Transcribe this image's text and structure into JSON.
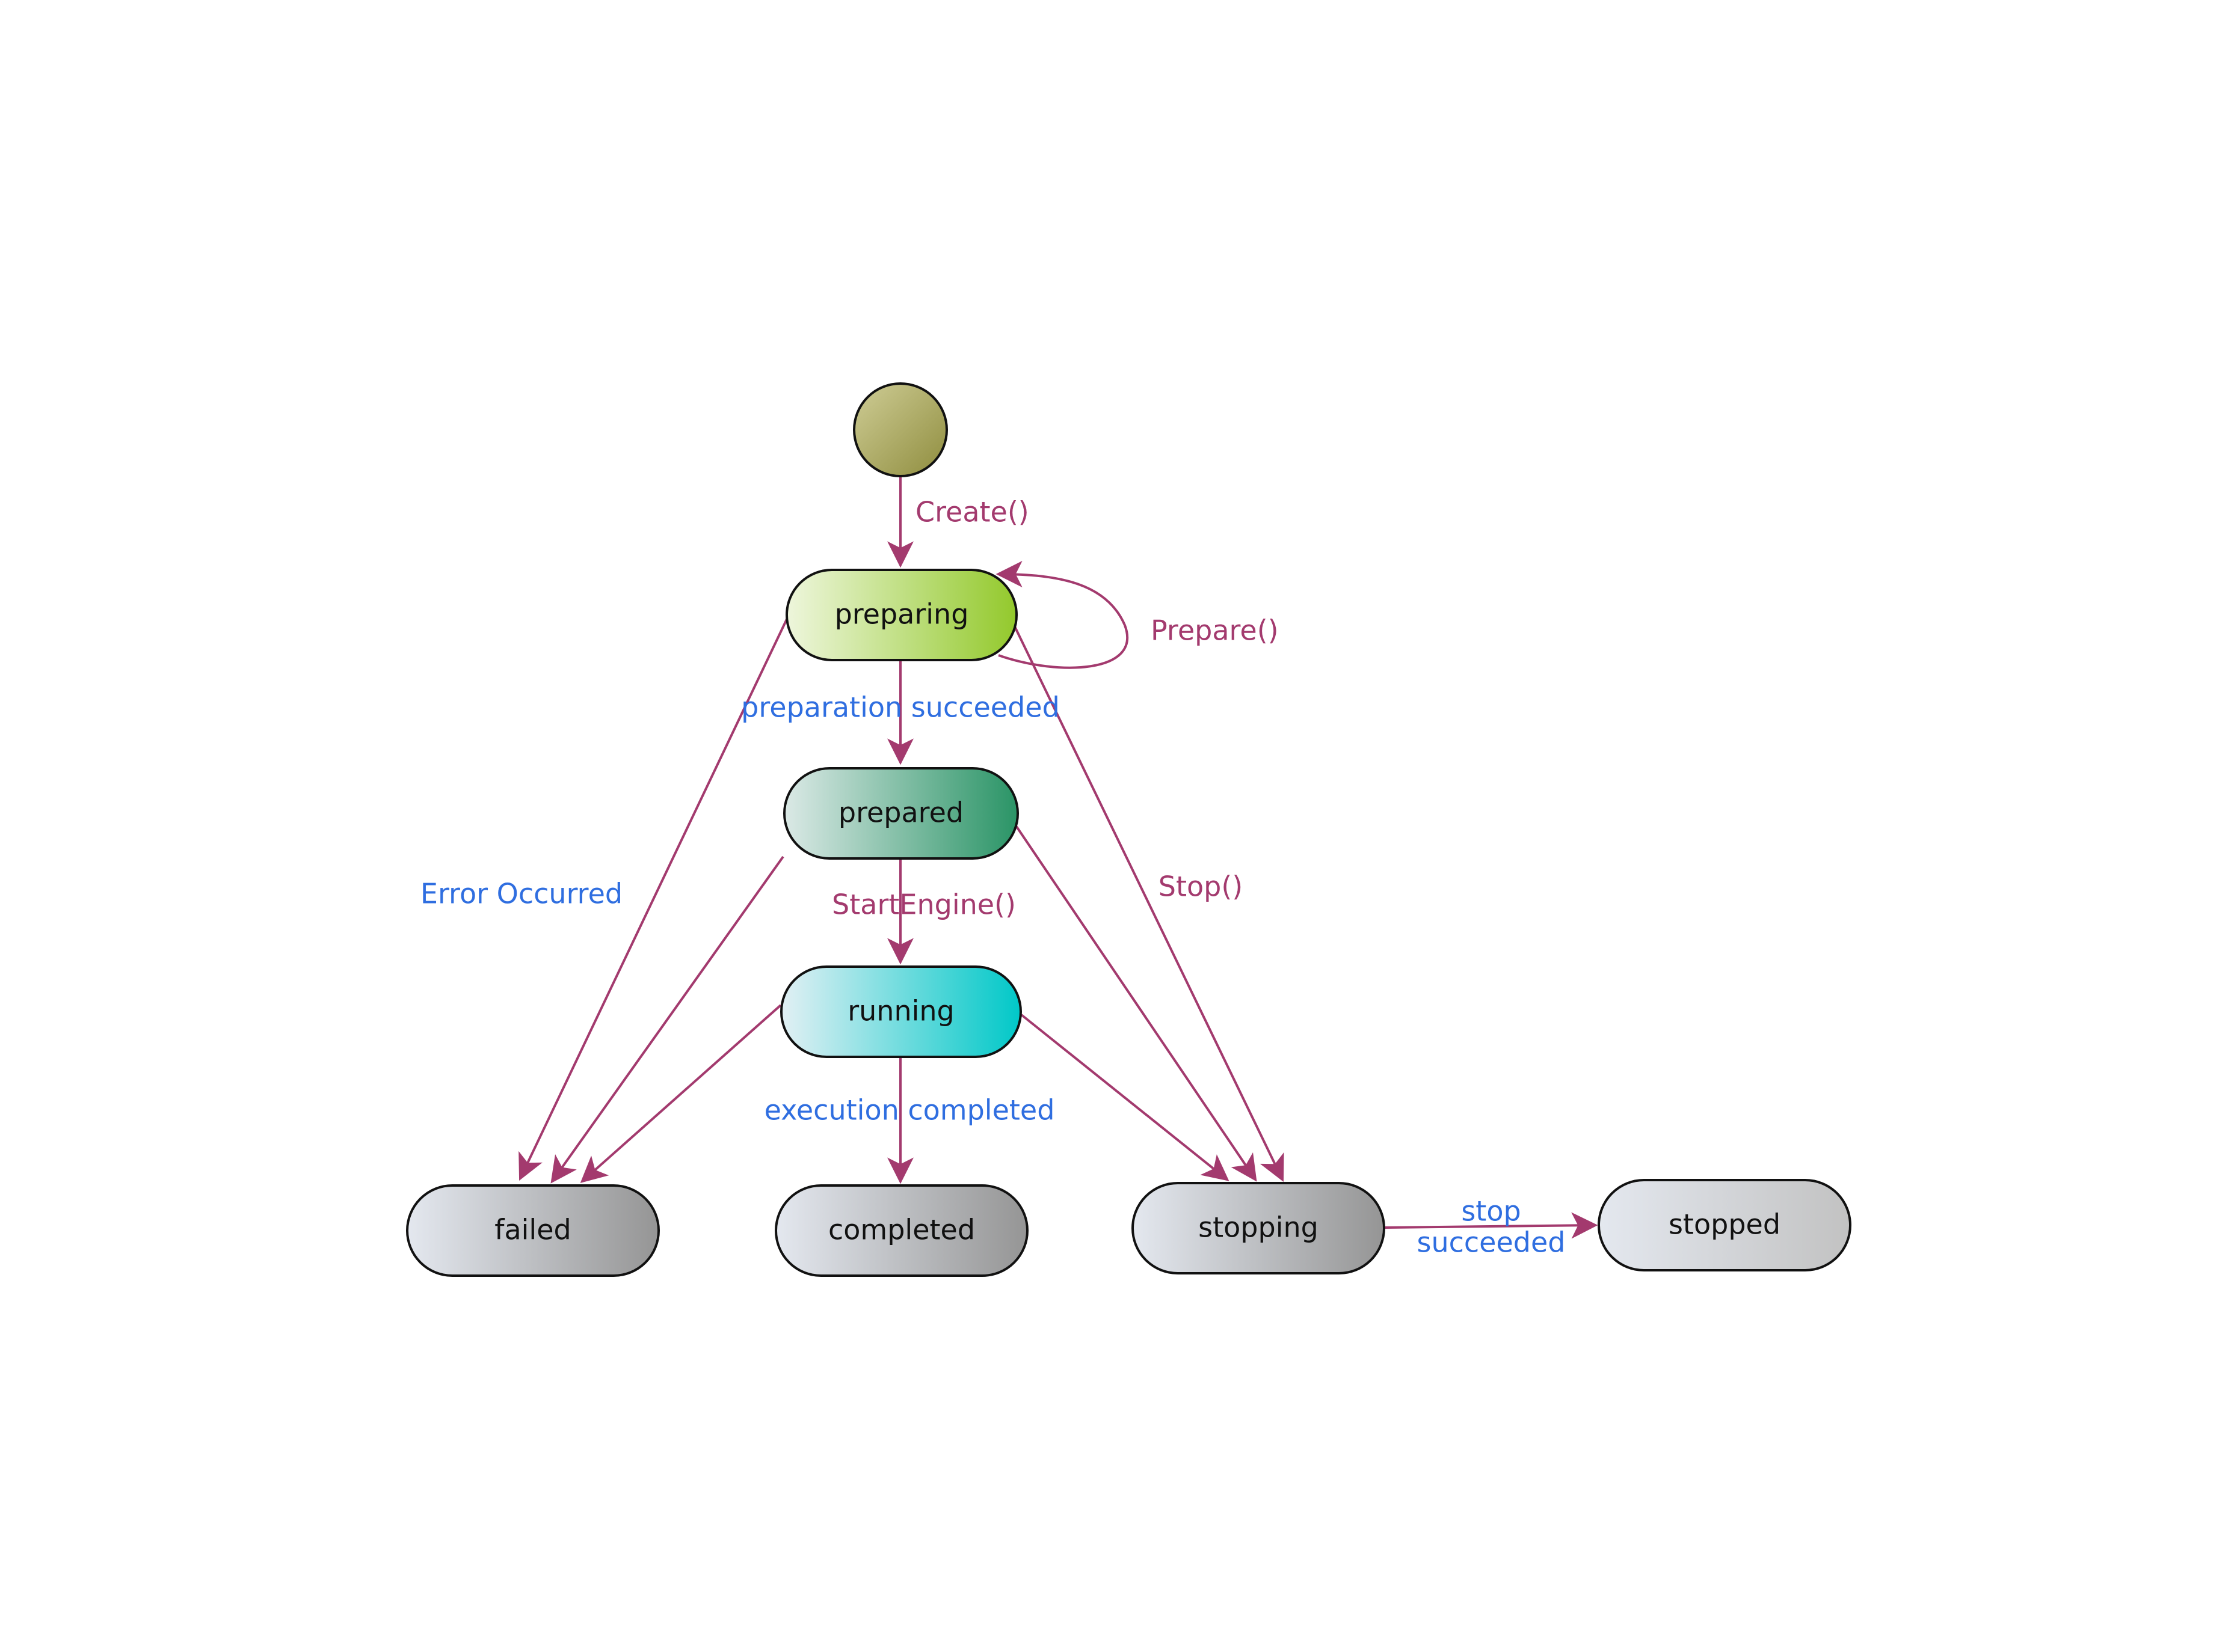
{
  "states": {
    "preparing": "preparing",
    "prepared": "prepared",
    "running": "running",
    "failed": "failed",
    "completed": "completed",
    "stopping": "stopping",
    "stopped": "stopped"
  },
  "transitions": {
    "create": "Create()",
    "prepare": "Prepare()",
    "preparation_succeeded": "preparation succeeded",
    "start_engine": "StartEngine()",
    "execution_completed": "execution completed",
    "error_occurred": "Error Occurred",
    "stop": "Stop()",
    "stop_succeeded_line1": "stop",
    "stop_succeeded_line2": "succeeded"
  },
  "colors": {
    "event_label": "#a33a6e",
    "condition_label": "#2f6ee0",
    "edge": "#a33a6e",
    "initial": "#9c9a52",
    "preparing": "#98cc32",
    "prepared": "#2e9a6a",
    "running": "#00cccc",
    "terminal": "#9a9a9a"
  }
}
